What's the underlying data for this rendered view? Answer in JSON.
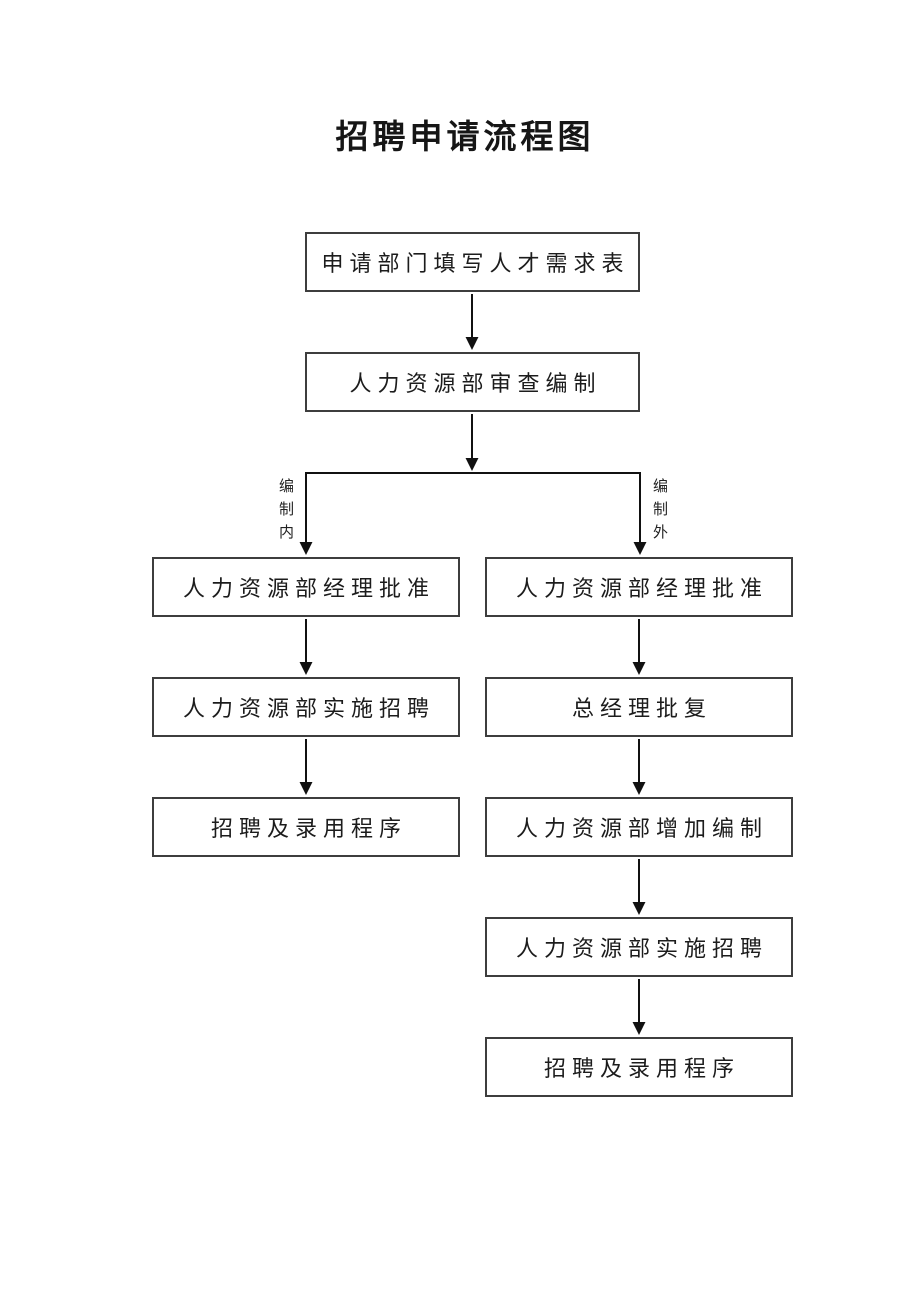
{
  "page": {
    "title": "招聘申请流程图"
  },
  "flowchart": {
    "type": "flowchart",
    "start": "申请部门填写人才需求表",
    "review": "人力资源部审查编制",
    "branches": {
      "left": {
        "label": "编制内",
        "steps": [
          "人力资源部经理批准",
          "人力资源部实施招聘",
          "招聘及录用程序"
        ]
      },
      "right": {
        "label": "编制外",
        "steps": [
          "人力资源部经理批准",
          "总经理批复",
          "人力资源部增加编制",
          "人力资源部实施招聘",
          "招聘及录用程序"
        ]
      }
    },
    "edges": [
      "start -> review",
      "review -> branch-junction",
      "branch-junction -(编制内)-> left.0",
      "left.0 -> left.1",
      "left.1 -> left.2",
      "branch-junction -(编制外)-> right.0",
      "right.0 -> right.1",
      "right.1 -> right.2",
      "right.2 -> right.3",
      "right.3 -> right.4"
    ],
    "colors": {
      "line": "#111111",
      "box_border": "#3e3e3e",
      "text": "#1c1c1c",
      "background": "#ffffff"
    }
  }
}
